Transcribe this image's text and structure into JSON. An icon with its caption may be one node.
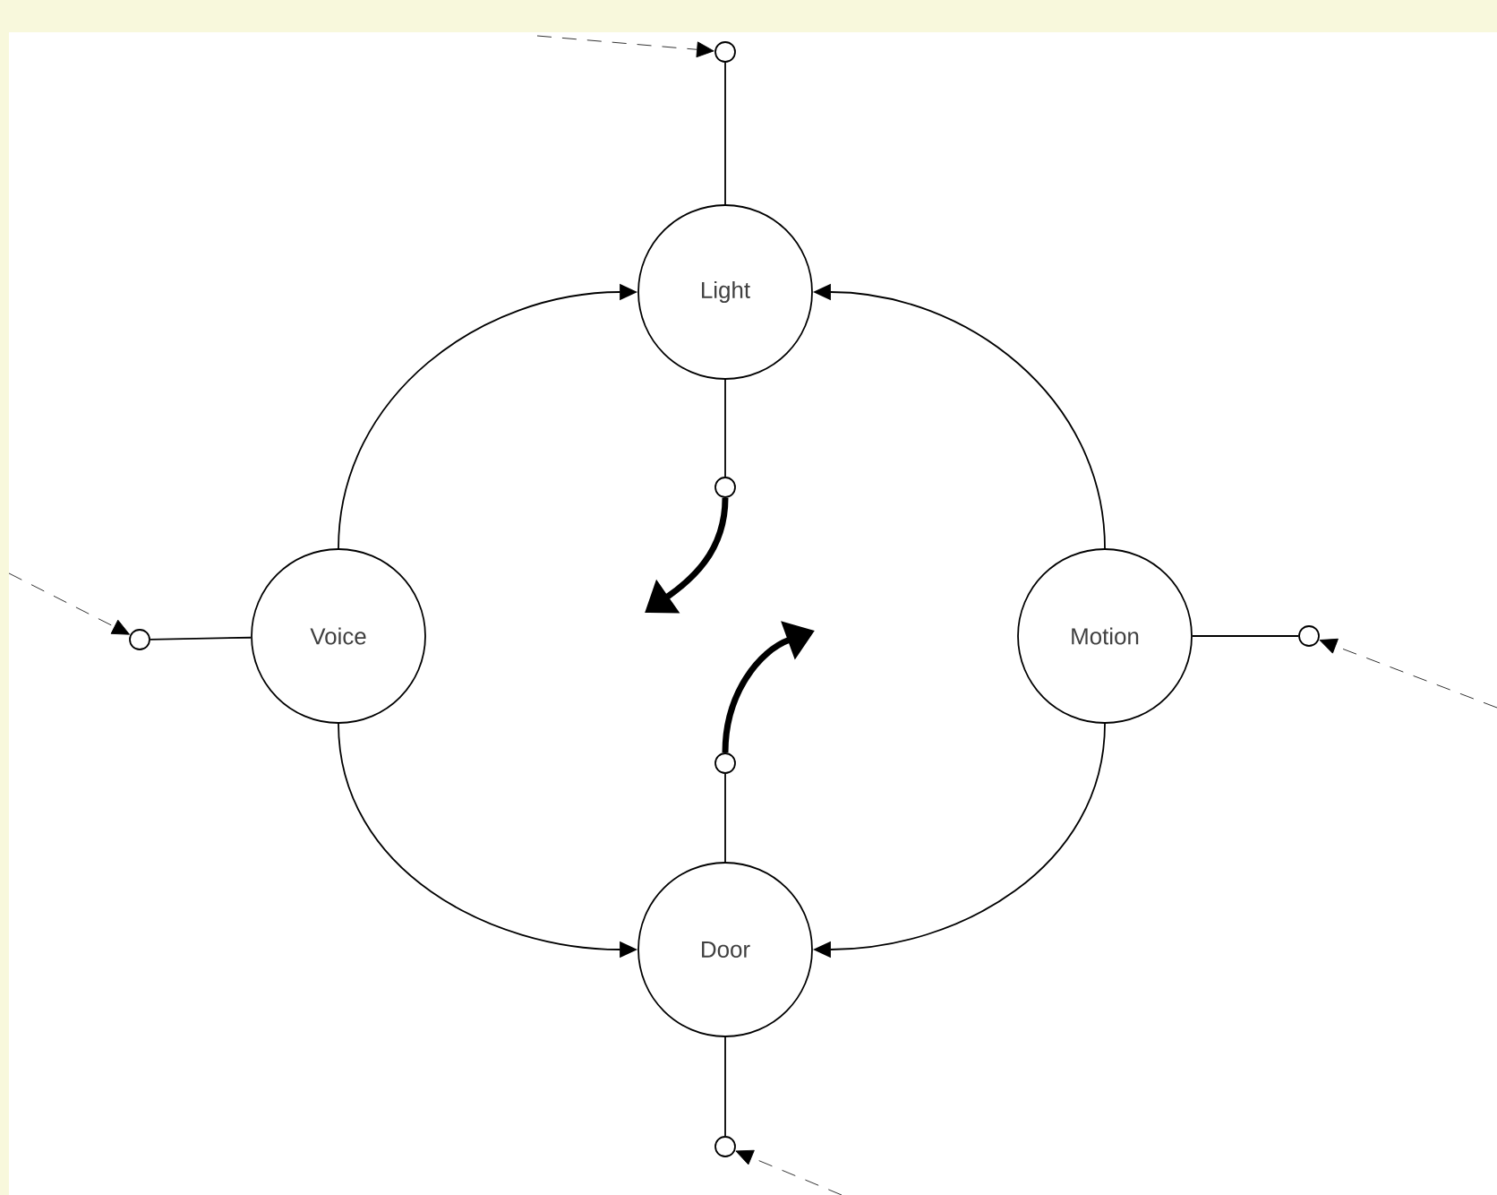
{
  "diagram": {
    "nodes": [
      {
        "text": [
          "Light"
        ]
      },
      {
        "text": [
          "Voice"
        ]
      },
      {
        "text": [
          "Motion"
        ]
      },
      {
        "text": [
          "Door"
        ]
      },
      {
        "text": [],
        "shape": "circle"
      },
      {
        "text": [],
        "shape": "circle"
      },
      {
        "text": [],
        "shape": "circle"
      },
      {
        "text": [],
        "shape": "circle"
      },
      {
        "text": [],
        "shape": "circle"
      },
      {
        "text": [],
        "shape": "circle"
      }
    ],
    "edges": [
      {
        "from": 1,
        "to": 0,
        "arrow": "to"
      },
      {
        "from": 2,
        "to": 0,
        "arrow": "to"
      },
      {
        "from": 1,
        "to": 3,
        "arrow": "to"
      },
      {
        "from": 2,
        "to": 3,
        "arrow": "to"
      },
      {
        "from": 0,
        "to": 4,
        "arrow": "none"
      },
      {
        "from": 0,
        "to": 5,
        "arrow": "none"
      },
      {
        "from": 1,
        "to": 6,
        "arrow": "none"
      },
      {
        "from": 2,
        "to": 7,
        "arrow": "none"
      },
      {
        "from": 3,
        "to": 8,
        "arrow": "none"
      },
      {
        "from": 3,
        "to": 9,
        "arrow": "none"
      },
      {
        "from": null,
        "to": 4,
        "arrow": "to",
        "style": "dashed"
      },
      {
        "from": null,
        "to": 6,
        "arrow": "to",
        "style": "dashed"
      },
      {
        "from": null,
        "to": 7,
        "arrow": "to",
        "style": "dashed"
      },
      {
        "from": null,
        "to": 9,
        "arrow": "to",
        "style": "dashed"
      },
      {
        "from": 5,
        "to": null,
        "arrow": "to",
        "style": "thick"
      },
      {
        "from": 8,
        "to": null,
        "arrow": "to",
        "style": "thick"
      }
    ]
  }
}
